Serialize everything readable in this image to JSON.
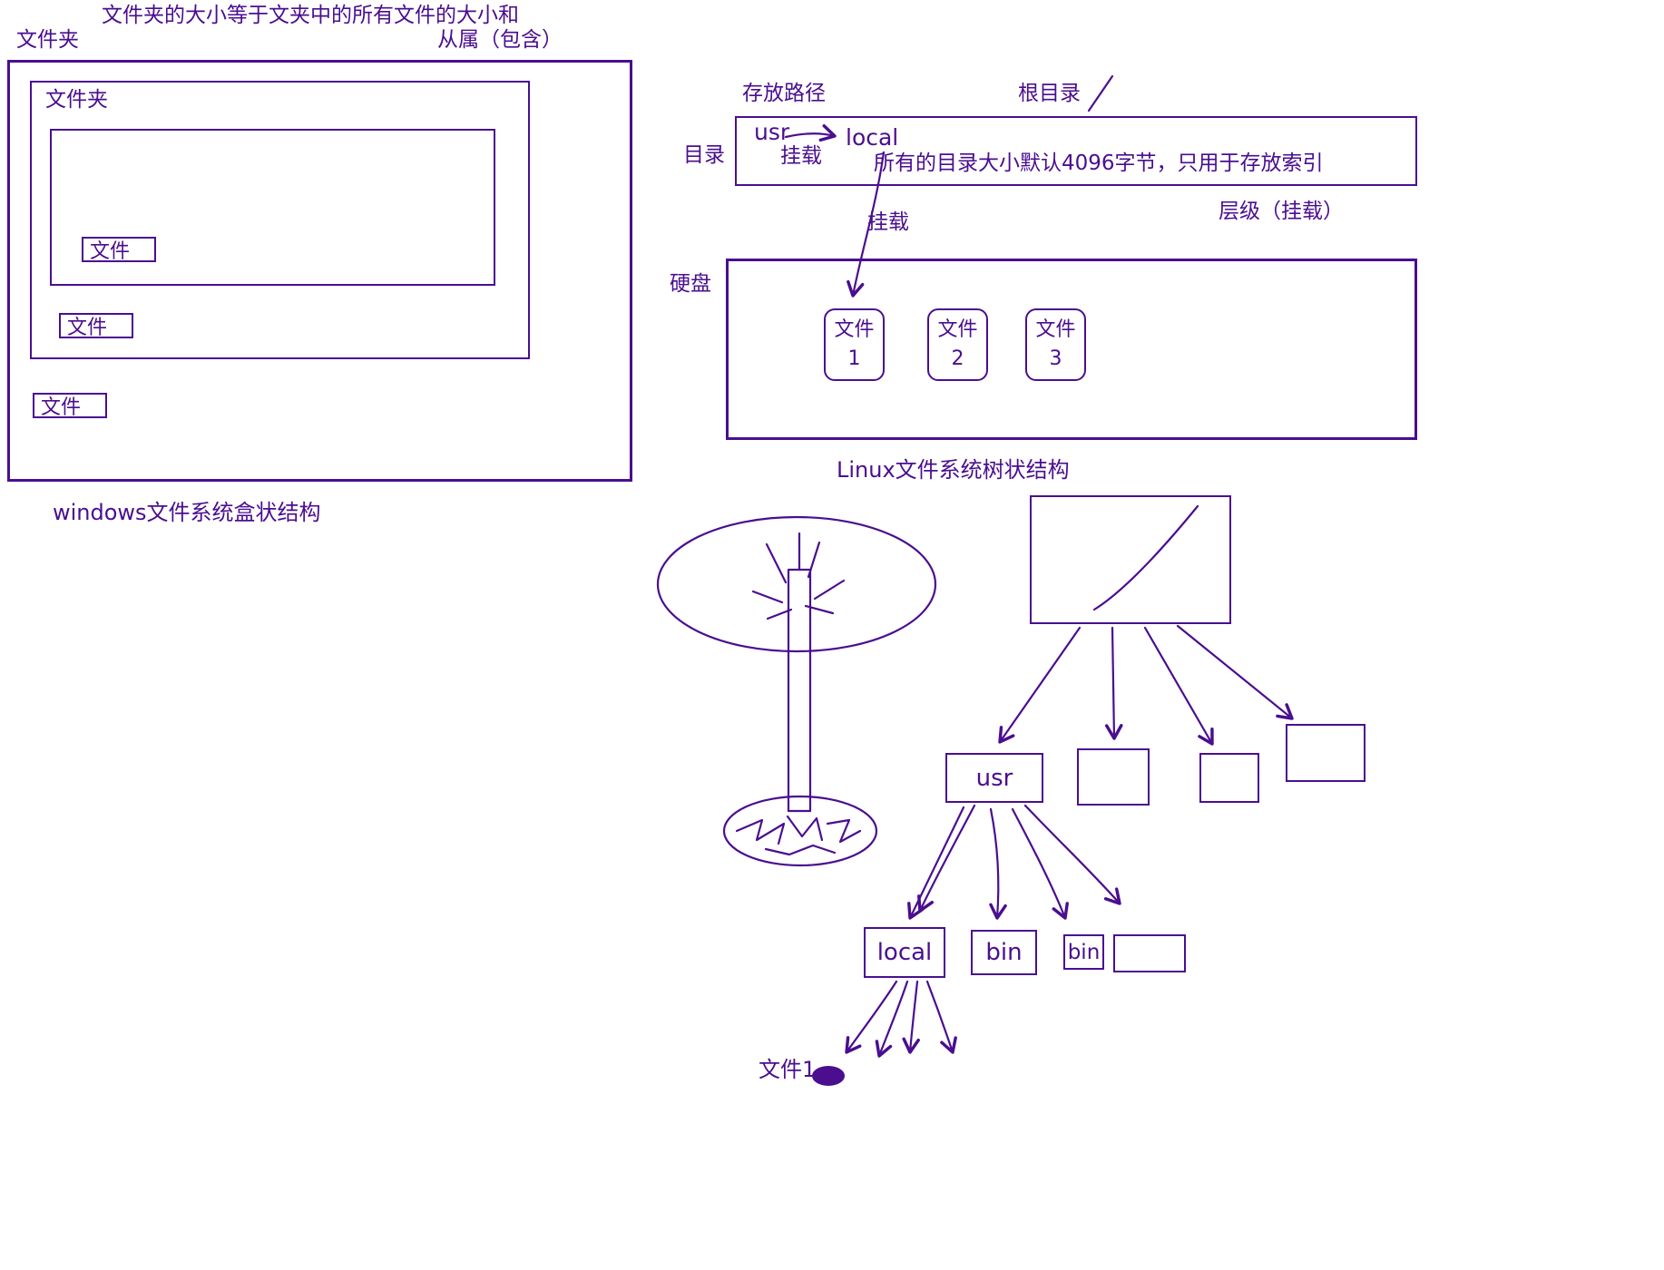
{
  "colors": {
    "ink": "#4a0e8f"
  },
  "windows": {
    "note_top": "文件夹的大小等于文夹中的所有文件的大小和",
    "folder_label_outer": "文件夹",
    "relation_label": "从属（包含）",
    "folder_label_inner": "文件夹",
    "file_1": "文件",
    "file_2": "文件",
    "file_3": "文件",
    "caption": "windows文件系统盒状结构"
  },
  "linux": {
    "path_label": "存放路径",
    "root_label": "根目录",
    "dir_label": "目录",
    "usr_label": "usr",
    "local_label": "local",
    "mount_label_top": "挂载",
    "size_note": "所有的目录大小默认4096字节，只用于存放索引",
    "level_label": "层级（挂载）",
    "mount_label_mid": "挂载",
    "disk_label": "硬盘",
    "file_boxes": [
      {
        "line1": "文件",
        "line2": "1"
      },
      {
        "line1": "文件",
        "line2": "2"
      },
      {
        "line1": "文件",
        "line2": "3"
      }
    ],
    "caption": "Linux文件系统树状结构"
  },
  "tree": {
    "usr_label": "usr",
    "local_label": "local",
    "bin1_label": "bin",
    "bin2_label": "bin",
    "file1_label": "文件1"
  }
}
